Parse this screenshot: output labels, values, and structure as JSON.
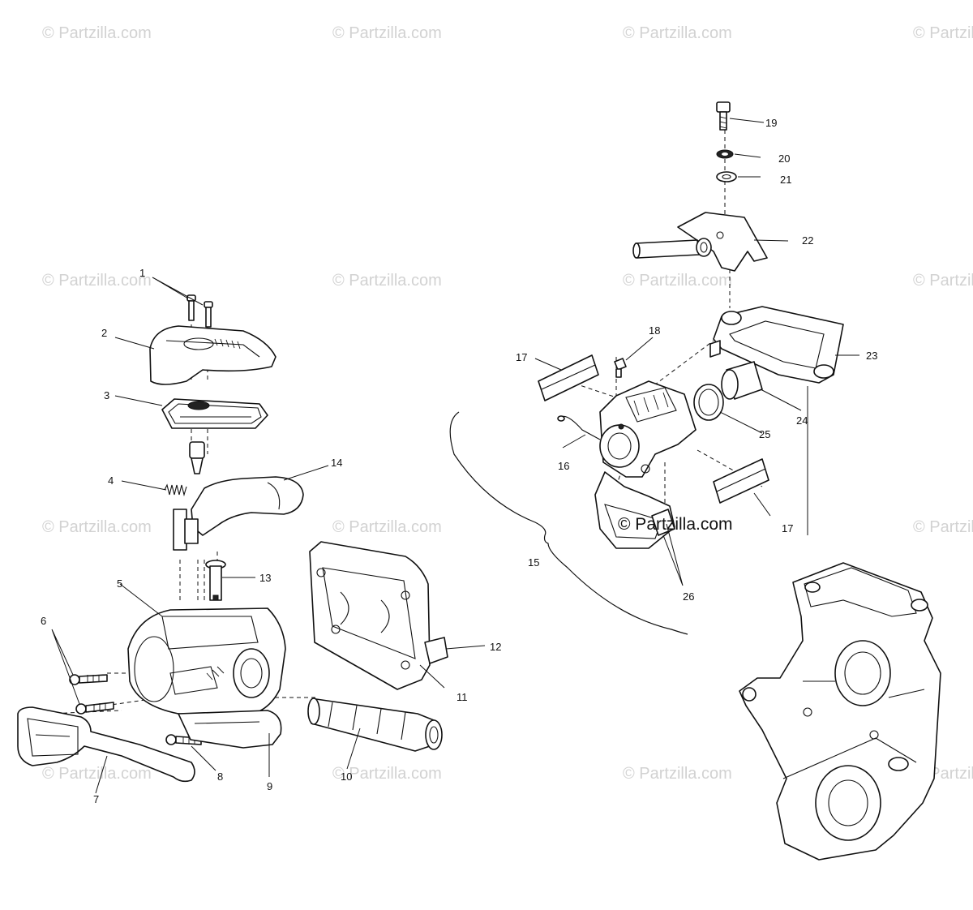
{
  "watermark": {
    "text": "© Partzilla.com",
    "color": "#d2d2d2"
  },
  "main_watermark": "© Partzilla.com",
  "callouts": {
    "c1": "1",
    "c2": "2",
    "c3": "3",
    "c4": "4",
    "c5": "5",
    "c6": "6",
    "c7": "7",
    "c8": "8",
    "c9": "9",
    "c10": "10",
    "c11": "11",
    "c12": "12",
    "c13": "13",
    "c14": "14",
    "c15": "15",
    "c16": "16",
    "c17a": "17",
    "c17b": "17",
    "c18": "18",
    "c19": "19",
    "c20": "20",
    "c21": "21",
    "c22": "22",
    "c23": "23",
    "c24": "24",
    "c25": "25",
    "c26": "26"
  }
}
